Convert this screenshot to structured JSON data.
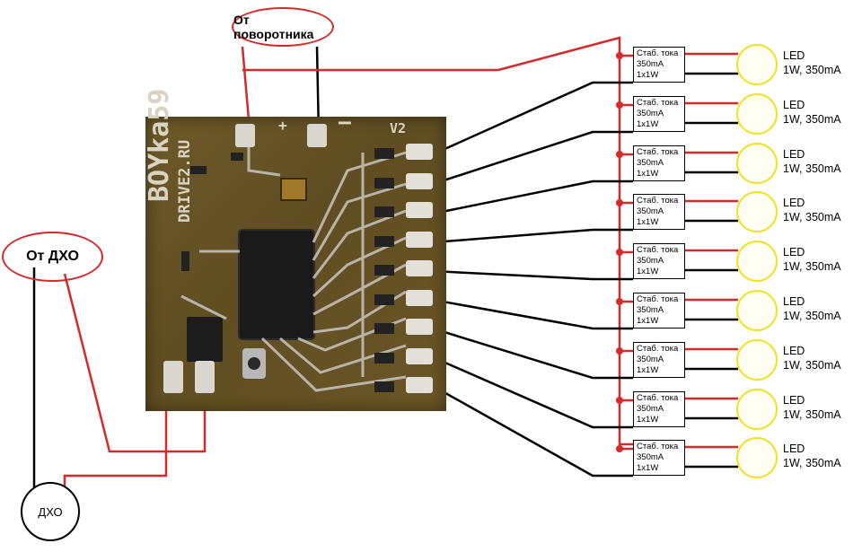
{
  "diagram": {
    "labels": {
      "from_turn_signal": "От поворотника",
      "from_drl": "От ДХО",
      "drl": "ДХО"
    },
    "board": {
      "brand": "BOYka59",
      "site": "DRIVE2.RU",
      "version": "V2",
      "plus": "+",
      "minus": "−"
    },
    "drivers": [
      {
        "line1": "Стаб. тока",
        "line2": "350mA",
        "line3": "1x1W"
      },
      {
        "line1": "Стаб. тока",
        "line2": "350mA",
        "line3": "1x1W"
      },
      {
        "line1": "Стаб. тока",
        "line2": "350mA",
        "line3": "1x1W"
      },
      {
        "line1": "Стаб. тока",
        "line2": "350mA",
        "line3": "1x1W"
      },
      {
        "line1": "Стаб. тока",
        "line2": "350mA",
        "line3": "1x1W"
      },
      {
        "line1": "Стаб. тока",
        "line2": "350mA",
        "line3": "1x1W"
      },
      {
        "line1": "Стаб. тока",
        "line2": "350mA",
        "line3": "1x1W"
      },
      {
        "line1": "Стаб. тока",
        "line2": "350mA",
        "line3": "1x1W"
      },
      {
        "line1": "Стаб. тока",
        "line2": "350mA",
        "line3": "1x1W"
      }
    ],
    "leds": [
      {
        "line1": "LED",
        "line2": "1W, 350mA"
      },
      {
        "line1": "LED",
        "line2": "1W, 350mA"
      },
      {
        "line1": "LED",
        "line2": "1W, 350mA"
      },
      {
        "line1": "LED",
        "line2": "1W, 350mA"
      },
      {
        "line1": "LED",
        "line2": "1W, 350mA"
      },
      {
        "line1": "LED",
        "line2": "1W, 350mA"
      },
      {
        "line1": "LED",
        "line2": "1W, 350mA"
      },
      {
        "line1": "LED",
        "line2": "1W, 350mA"
      },
      {
        "line1": "LED",
        "line2": "1W, 350mA"
      }
    ],
    "colors": {
      "positive_wire": "#d42a2a",
      "negative_wire": "#000000",
      "led_ring": "#f2e127",
      "pcb": "#6b5627"
    }
  }
}
